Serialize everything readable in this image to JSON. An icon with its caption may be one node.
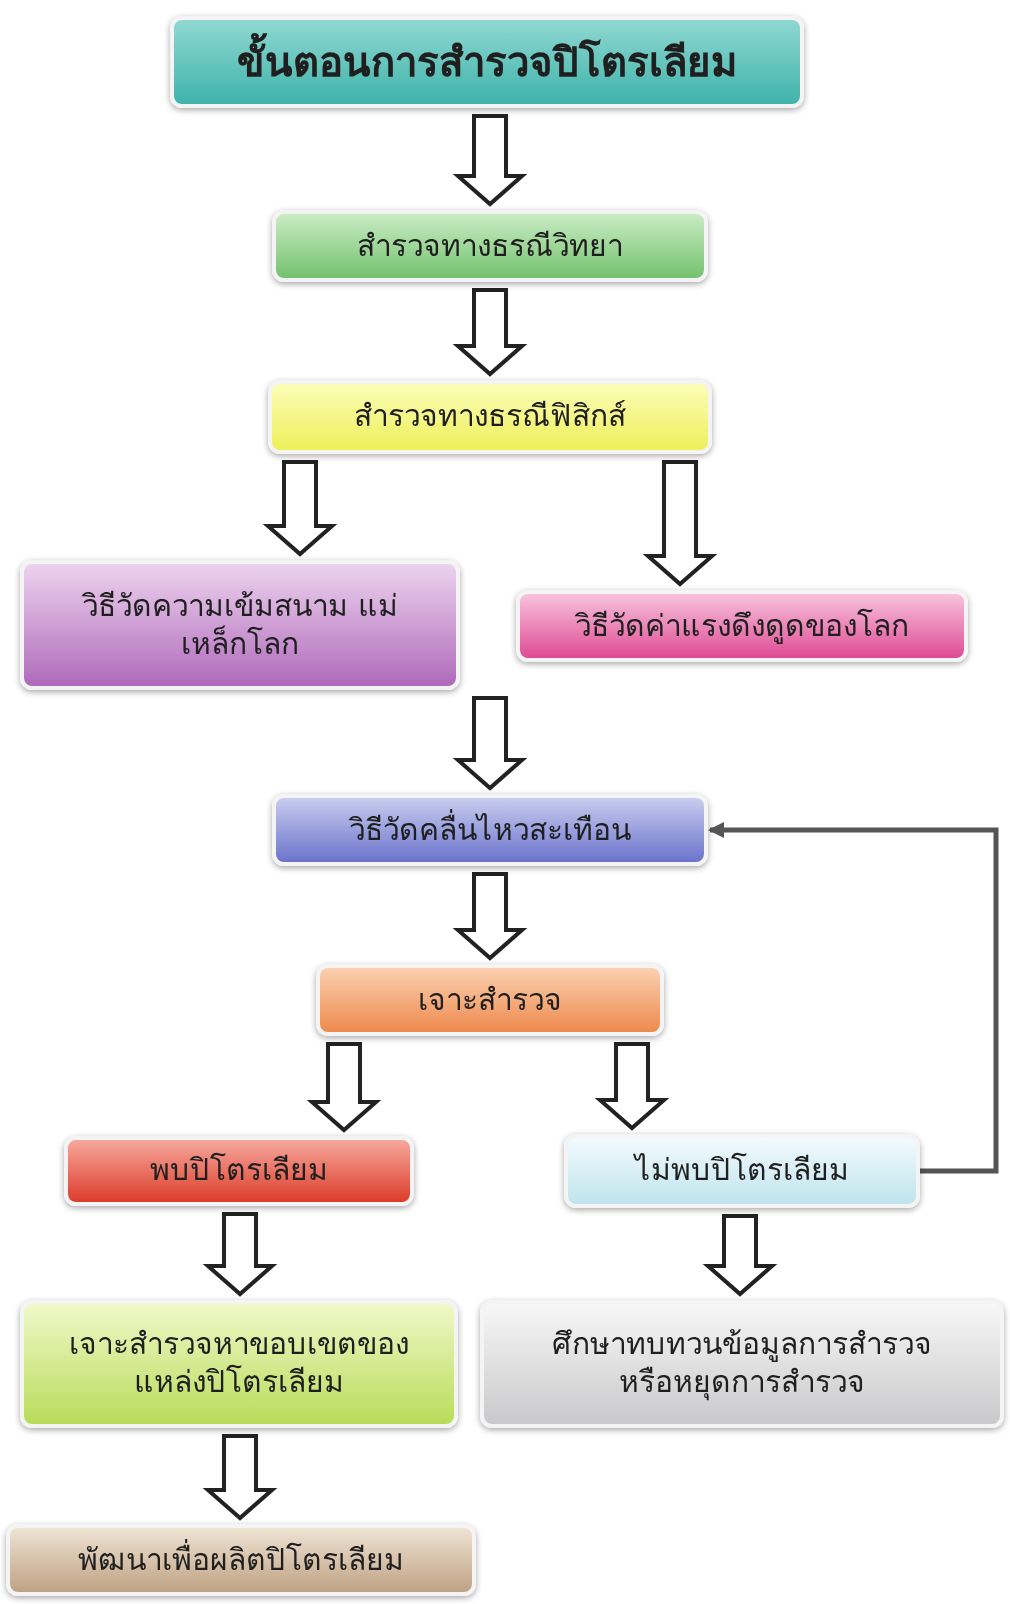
{
  "diagram": {
    "nodes": [
      {
        "text": [
          "ขั้นตอนการสำรวจปิโตรเลียม"
        ]
      },
      {
        "text": [
          "สำรวจทางธรณีวิทยา"
        ]
      },
      {
        "text": [
          "สำรวจทางธรณีฟิสิกส์"
        ]
      },
      {
        "text": [
          "วิธีวัดความเข้มสนาม แม่เหล็กโลก"
        ]
      },
      {
        "text": [
          "วิธีวัดค่าแรงดึงดูดของโลก"
        ]
      },
      {
        "text": [
          "วิธีวัดคลื่นไหวสะเทือน"
        ]
      },
      {
        "text": [
          "เจาะสำรวจ"
        ]
      },
      {
        "text": [
          "พบปิโตรเลียม"
        ]
      },
      {
        "text": [
          "ไม่พบปิโตรเลียม"
        ]
      },
      {
        "text": [
          "เจาะสำรวจหาขอบเขตของ แหล่งปิโตรเลียม"
        ]
      },
      {
        "text": [
          "ศึกษาทบทวนข้อมูลการสำรวจ หรือหยุดการสำรวจ"
        ]
      },
      {
        "text": [
          "พัฒนาเพื่อผลิตปิโตรเลียม"
        ]
      }
    ],
    "edges": [
      {
        "from": 0,
        "to": 1,
        "arrow": "to"
      },
      {
        "from": 1,
        "to": 2,
        "arrow": "to"
      },
      {
        "from": 2,
        "to": 3,
        "arrow": "to"
      },
      {
        "from": 2,
        "to": 4,
        "arrow": "to"
      },
      {
        "from": 3,
        "to": 5,
        "arrow": "to"
      },
      {
        "from": 4,
        "to": 5,
        "arrow": "to"
      },
      {
        "from": 5,
        "to": 6,
        "arrow": "to"
      },
      {
        "from": 6,
        "to": 7,
        "arrow": "to"
      },
      {
        "from": 6,
        "to": 8,
        "arrow": "to"
      },
      {
        "from": 7,
        "to": 9,
        "arrow": "to"
      },
      {
        "from": 8,
        "to": 10,
        "arrow": "to"
      },
      {
        "from": 9,
        "to": 11,
        "arrow": "to"
      },
      {
        "from": 8,
        "to": 5,
        "arrow": "to"
      }
    ]
  }
}
